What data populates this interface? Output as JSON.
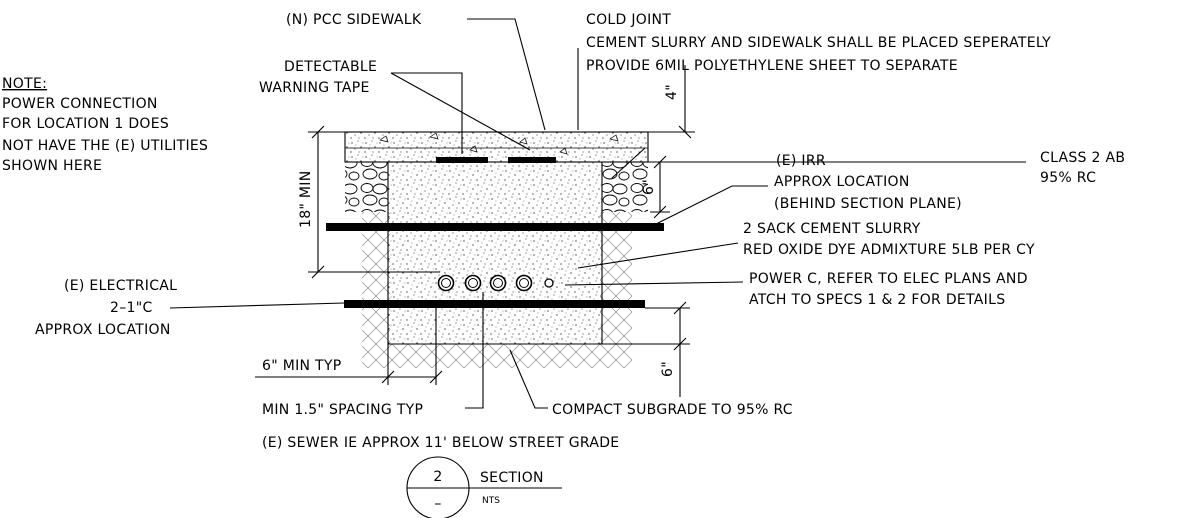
{
  "labels": {
    "sidewalk": "(N) PCC SIDEWALK",
    "cold_joint_1": "COLD JOINT",
    "cold_joint_2": "CEMENT SLURRY AND SIDEWALK SHALL BE PLACED SEPERATELY",
    "cold_joint_3": "PROVIDE 6MIL POLYETHYLENE SHEET TO SEPARATE",
    "tape_1": "DETECTABLE",
    "tape_2": "WARNING TAPE",
    "note_title": "NOTE:",
    "note_1": "POWER CONNECTION",
    "note_2": "FOR LOCATION 1 DOES",
    "note_3": "NOT HAVE THE (E) UTILITIES",
    "note_4": "SHOWN HERE",
    "class2_1": "CLASS 2 AB",
    "class2_2": "95% RC",
    "irr_1": "(E) IRR",
    "irr_2": "APPROX LOCATION",
    "irr_3": "(BEHIND SECTION PLANE)",
    "slurry_1": "2 SACK CEMENT SLURRY",
    "slurry_2": "RED OXIDE DYE ADMIXTURE 5LB PER CY",
    "power_1": "POWER C, REFER TO ELEC PLANS AND",
    "power_2": "ATCH TO SPECS 1 & 2 FOR DETAILS",
    "elec_1": "(E) ELECTRICAL",
    "elec_2": "2–1\"C",
    "elec_3": "APPROX LOCATION",
    "min_typ": "6\" MIN TYP",
    "spacing": "MIN 1.5\" SPACING TYP",
    "subgrade": "COMPACT SUBGRADE TO 95% RC",
    "sewer": "(E) SEWER IE APPROX 11' BELOW STREET GRADE"
  },
  "dims": {
    "four_in": "4\"",
    "six_in_upper": "6\"",
    "eighteen_min": "18\" MIN",
    "six_in_lower": "6\""
  },
  "section_tag": {
    "number": "2",
    "sheet": "–",
    "title": "SECTION",
    "scale": "NTS"
  }
}
